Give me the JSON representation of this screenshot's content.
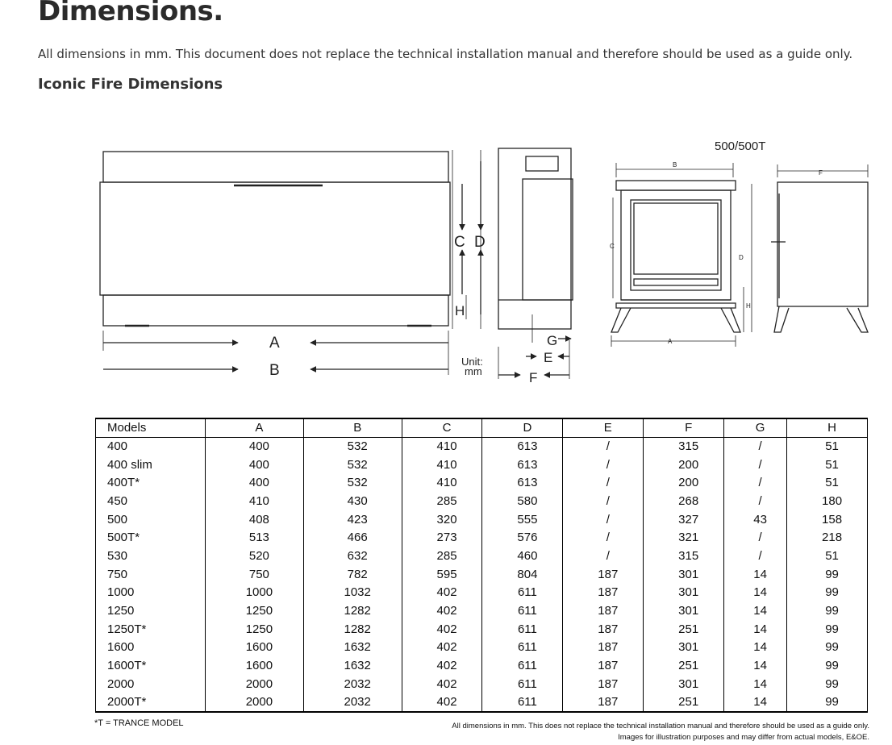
{
  "header": {
    "title": "Dimensions.",
    "intro": "All dimensions in mm. This document does not replace the technical installation manual and therefore should be used as a guide only.",
    "section_title": "Iconic Fire Dimensions"
  },
  "diagram": {
    "front_labels": {
      "a": "A",
      "b": "B",
      "c": "C",
      "d": "D",
      "h": "H"
    },
    "unit_label_1": "Unit:",
    "unit_label_2": "mm",
    "side_labels": {
      "e": "E",
      "f": "F",
      "g": "G"
    },
    "stove_title": "500/500T",
    "stove_labels": {
      "a": "A",
      "b": "B",
      "c": "C",
      "d": "D",
      "f": "F",
      "h": "H"
    }
  },
  "table": {
    "headers": [
      "Models",
      "A",
      "B",
      "C",
      "D",
      "E",
      "F",
      "G",
      "H"
    ],
    "rows": [
      [
        "400",
        "400",
        "532",
        "410",
        "613",
        "/",
        "315",
        "/",
        "51"
      ],
      [
        "400 slim",
        "400",
        "532",
        "410",
        "613",
        "/",
        "200",
        "/",
        "51"
      ],
      [
        "400T*",
        "400",
        "532",
        "410",
        "613",
        "/",
        "200",
        "/",
        "51"
      ],
      [
        "450",
        "410",
        "430",
        "285",
        "580",
        "/",
        "268",
        "/",
        "180"
      ],
      [
        "500",
        "408",
        "423",
        "320",
        "555",
        "/",
        "327",
        "43",
        "158"
      ],
      [
        "500T*",
        "513",
        "466",
        "273",
        "576",
        "/",
        "321",
        "/",
        "218"
      ],
      [
        "530",
        "520",
        "632",
        "285",
        "460",
        "/",
        "315",
        "/",
        "51"
      ],
      [
        "750",
        "750",
        "782",
        "595",
        "804",
        "187",
        "301",
        "14",
        "99"
      ],
      [
        "1000",
        "1000",
        "1032",
        "402",
        "611",
        "187",
        "301",
        "14",
        "99"
      ],
      [
        "1250",
        "1250",
        "1282",
        "402",
        "611",
        "187",
        "301",
        "14",
        "99"
      ],
      [
        "1250T*",
        "1250",
        "1282",
        "402",
        "611",
        "187",
        "251",
        "14",
        "99"
      ],
      [
        "1600",
        "1600",
        "1632",
        "402",
        "611",
        "187",
        "301",
        "14",
        "99"
      ],
      [
        "1600T*",
        "1600",
        "1632",
        "402",
        "611",
        "187",
        "251",
        "14",
        "99"
      ],
      [
        "2000",
        "2000",
        "2032",
        "402",
        "611",
        "187",
        "301",
        "14",
        "99"
      ],
      [
        "2000T*",
        "2000",
        "2032",
        "402",
        "611",
        "187",
        "251",
        "14",
        "99"
      ]
    ]
  },
  "footer": {
    "footnote": "*T = TRANCE MODEL",
    "disclaimer_1": "All dimensions in mm. This does not replace the technical installation manual and therefore should be used as a guide only.",
    "disclaimer_2": "Images for illustration purposes and may differ from actual models, E&OE."
  }
}
